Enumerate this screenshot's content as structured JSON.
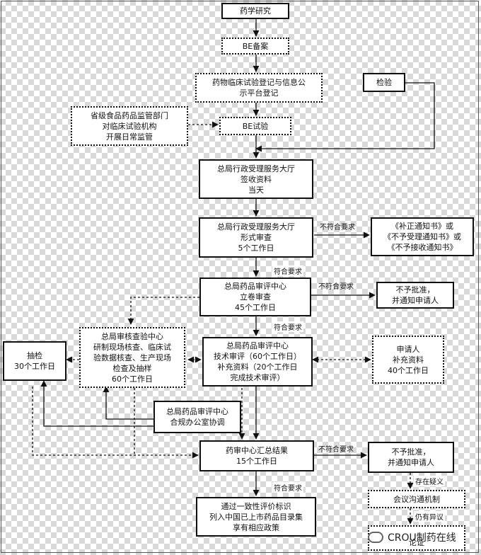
{
  "boxes": {
    "drug_research": "药学研究",
    "be_record": "BE备案",
    "trial_register": [
      "药物临床试验登记与信息公",
      "示平台登记"
    ],
    "inspection": "检验",
    "provincial": [
      "省级食品药品监管部门",
      "对临床试验机构",
      "开展日常监管"
    ],
    "be_trial": "BE试验",
    "hall_receive": [
      "总局行政受理服务大厅",
      "签收资料",
      "当天"
    ],
    "hall_review": [
      "总局行政受理服务大厅",
      "形式审查",
      "5个工作日"
    ],
    "notices": [
      "《补正通知书》或",
      "《不予受理通知书》或",
      "《不予接收通知书》"
    ],
    "cde_filing": [
      "总局药品审评中心",
      "立卷审查",
      "45个工作日"
    ],
    "reject_1": [
      "不予批准，",
      "并通知申请人"
    ],
    "inspection_center": [
      "总局审核查验中心",
      "研制现场核查、临床试",
      "验数据核查、生产现场",
      "检查及抽样",
      "60个工作日"
    ],
    "technical_review": [
      "总局药品审评中心",
      "技术审评（60个工作日）",
      "补充资料（20个工作日",
      "完成技术审评）"
    ],
    "applicant": [
      "申请人",
      "补充资料",
      "40个工作日"
    ],
    "sampling": [
      "抽检",
      "30个工作日"
    ],
    "coordination": [
      "总局药品审评中心",
      "合规办公室协调"
    ],
    "summary": [
      "药审中心汇总结果",
      "15个工作日"
    ],
    "reject_2": [
      "不予批准，",
      "并通知申请人"
    ],
    "meeting": "会议沟通机制",
    "result": [
      "通过一致性评价标识",
      "列入中国已上市药品目录集",
      "享有相应政策"
    ],
    "argument": "论证"
  },
  "labels": {
    "not_meet_1": "不符合要求",
    "meet_1": "符合要求",
    "not_meet_2": "不符合要求",
    "meet_2": "符合要求",
    "not_meet_3": "不符合要求",
    "meet_3": "符合要求",
    "objection": "存在疑义",
    "still_objection": "仍有异议"
  },
  "watermark": "CROU制药在线"
}
